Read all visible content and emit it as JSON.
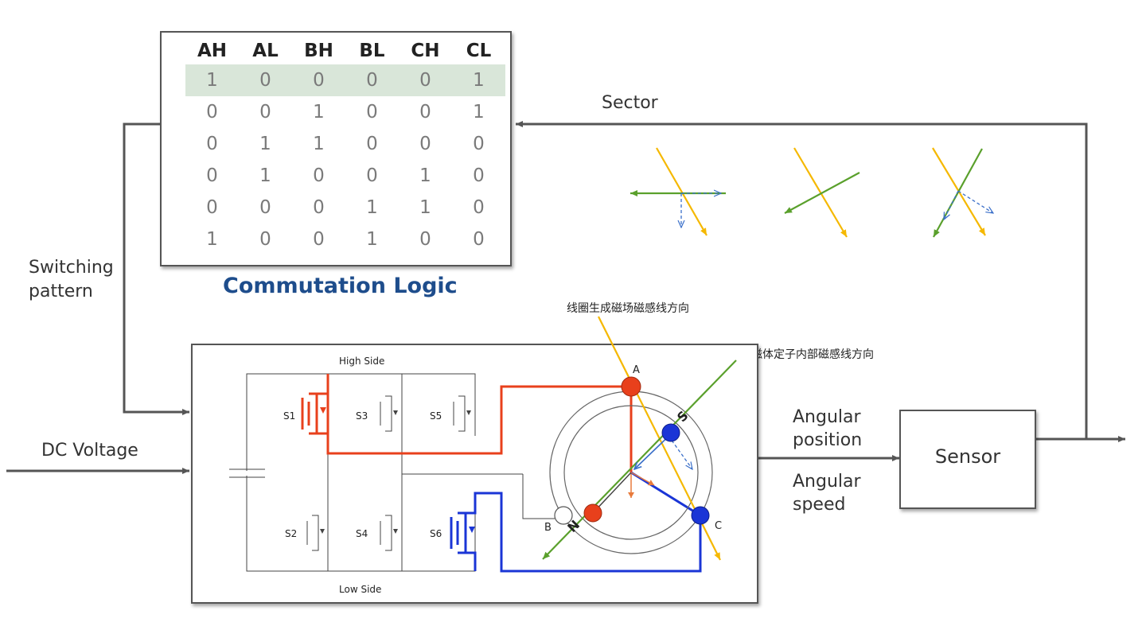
{
  "labels": {
    "sector": "Sector",
    "switching_line1": "Switching",
    "switching_line2": "pattern",
    "dc_voltage": "DC Voltage",
    "angular_position_line1": "Angular",
    "angular_position_line2": "position",
    "angular_speed_line1": "Angular",
    "angular_speed_line2": "speed",
    "sensor": "Sensor",
    "commutation_logic": "Commutation Logic",
    "coil_field_direction": "线圈生成磁场磁感线方向",
    "magnet_field_direction": "永磁体定子内部磁感线方向"
  },
  "table": {
    "headers": [
      "AH",
      "AL",
      "BH",
      "BL",
      "CH",
      "CL"
    ],
    "rows": [
      [
        "1",
        "0",
        "0",
        "0",
        "0",
        "1"
      ],
      [
        "0",
        "0",
        "1",
        "0",
        "0",
        "1"
      ],
      [
        "0",
        "1",
        "1",
        "0",
        "0",
        "0"
      ],
      [
        "0",
        "1",
        "0",
        "0",
        "1",
        "0"
      ],
      [
        "0",
        "0",
        "0",
        "1",
        "1",
        "0"
      ],
      [
        "1",
        "0",
        "0",
        "1",
        "0",
        "0"
      ]
    ],
    "highlighted_row": 0
  },
  "inverter": {
    "high_side": "High Side",
    "low_side": "Low Side",
    "switches": [
      "S1",
      "S2",
      "S3",
      "S4",
      "S5",
      "S6"
    ],
    "phase_a": "A",
    "phase_b": "B",
    "phase_c": "C",
    "pole_n": "N",
    "pole_s": "S"
  },
  "colors": {
    "phase_a": "#e8401c",
    "phase_c": "#1a35d6",
    "coil_field": "#f5b800",
    "magnet_field": "#5aa02c",
    "dashed": "#3a6fc9",
    "line": "#555555",
    "title": "#1e4d8c"
  }
}
